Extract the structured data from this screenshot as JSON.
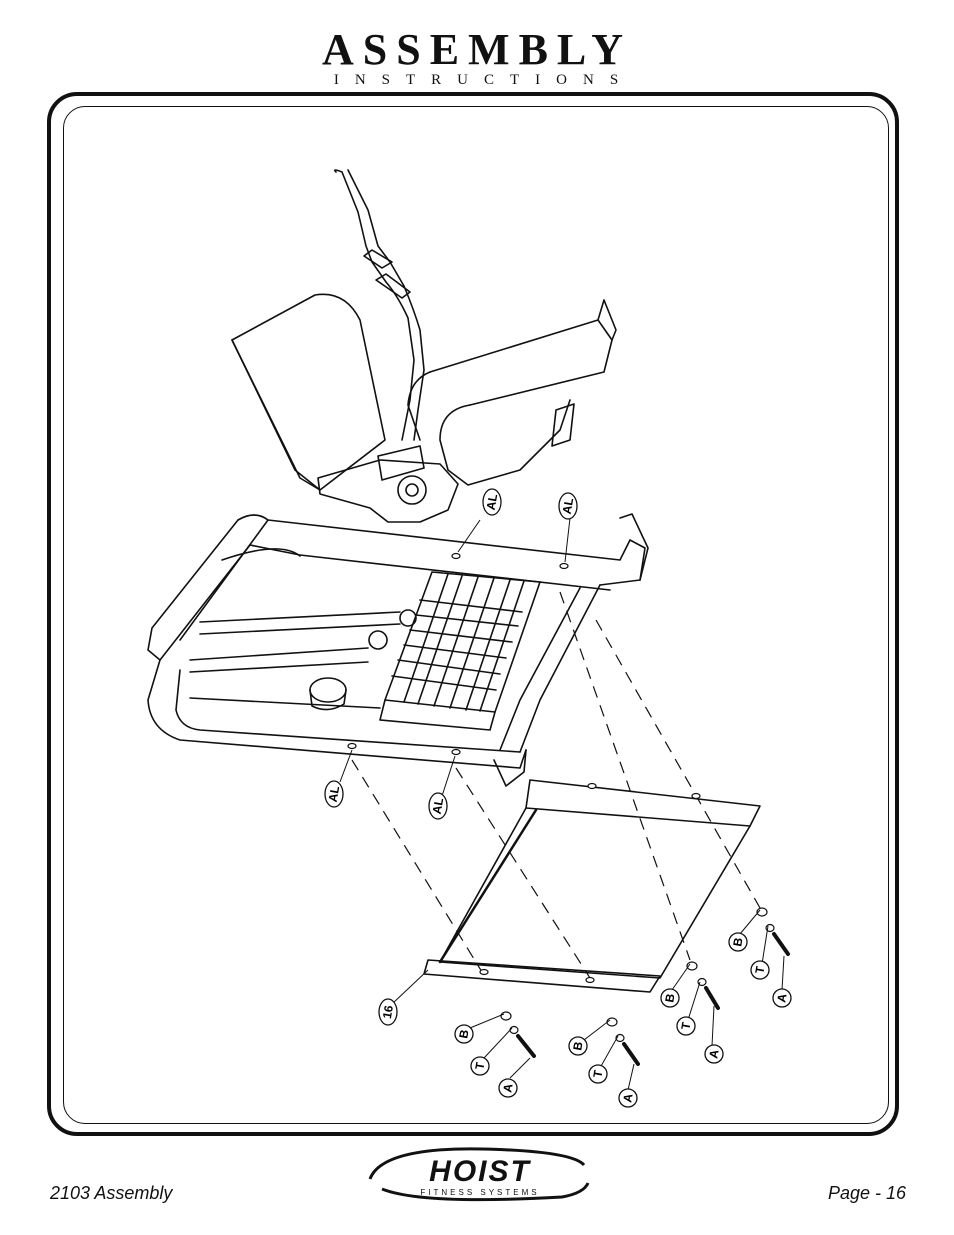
{
  "header": {
    "title": "ASSEMBLY",
    "subtitle": "INSTRUCTIONS"
  },
  "footer": {
    "left": "2103 Assembly",
    "right": "Page - 16"
  },
  "logo": {
    "brand": "HOIST",
    "tagline": "FITNESS SYSTEMS"
  },
  "callouts": {
    "al": "AL",
    "part16": "16",
    "a": "A",
    "b": "B",
    "t": "T"
  }
}
